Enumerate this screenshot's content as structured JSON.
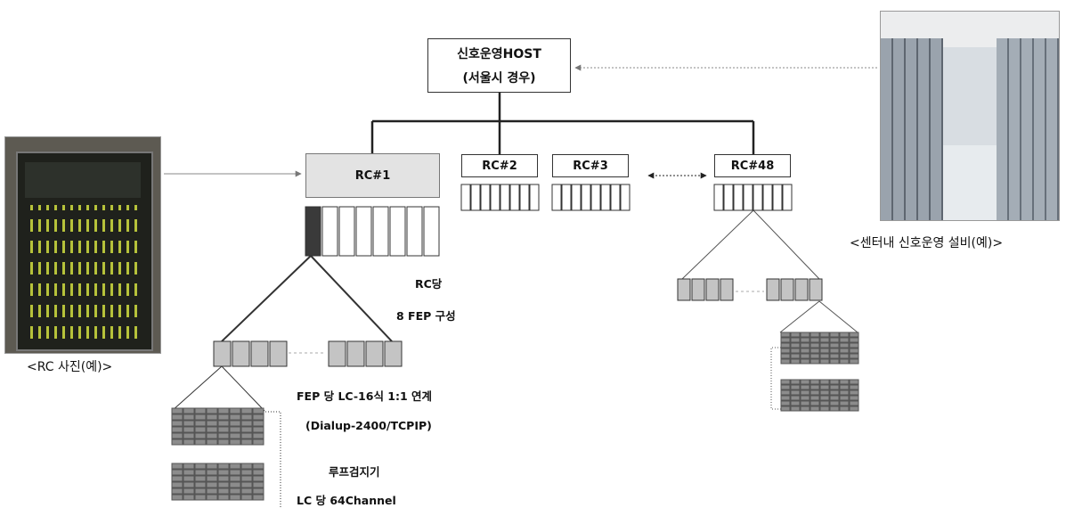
{
  "host": {
    "line1": "신호운영HOST",
    "line2": "(서울시 경우)"
  },
  "rc_nodes": [
    {
      "label": "RC#1"
    },
    {
      "label": "RC#2"
    },
    {
      "label": "RC#3"
    },
    {
      "label": "RC#48"
    }
  ],
  "annotations": {
    "fep_per_rc_1": "RC당",
    "fep_per_rc_2": "8 FEP 구성",
    "lc_per_fep_1": "FEP 당 LC-16식 1:1 연계",
    "lc_per_fep_2": "(Dialup-2400/TCPIP)",
    "loop_1": "루프검지기",
    "loop_2": "LC 당 64Channel"
  },
  "captions": {
    "rc_photo": "<RC 사진(예)>",
    "center_photo": "<센터내 신호운영 설비(예)>"
  },
  "colors": {
    "rc1_fill": "#e3e3e3",
    "fep_active": "#3a3a3a",
    "fep_gray": "#c4c4c4",
    "cell_gray": "#8c8c8c"
  }
}
